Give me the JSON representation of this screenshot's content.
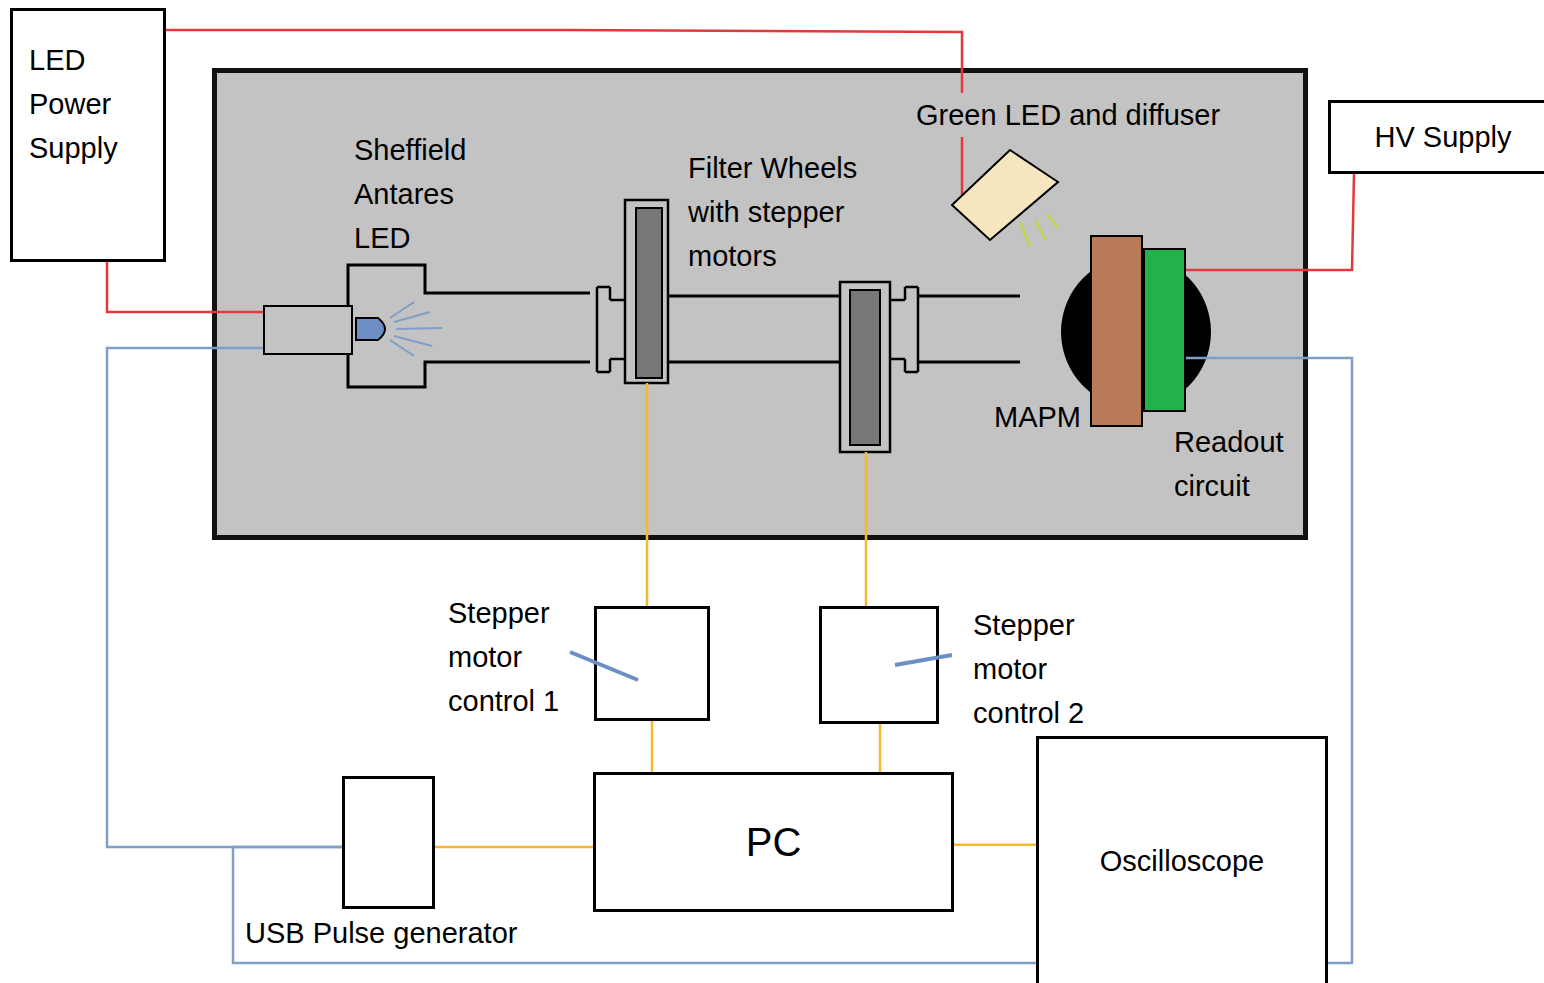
{
  "diagram": {
    "nodes": [
      {
        "text": [
          "LED Power Supply"
        ]
      },
      {
        "text": [
          "Sheffield Antares LED"
        ]
      },
      {
        "text": [
          "Green LED and diffuser"
        ]
      },
      {
        "text": [
          "HV Supply"
        ]
      },
      {
        "text": [
          "MAPM"
        ]
      },
      {
        "text": [
          "Readout circuit"
        ]
      },
      {
        "text": [
          "Stepper motor control 1"
        ]
      },
      {
        "text": [
          "Stepper motor control 2"
        ]
      },
      {
        "text": [
          "USB Pulse generator"
        ]
      },
      {
        "text": [
          "PC"
        ]
      },
      {
        "text": [
          "Oscilloscope"
        ]
      }
    ],
    "edges": [
      {
        "from": 0,
        "to": 1,
        "arrow": "none"
      },
      {
        "from": 0,
        "to": 2,
        "arrow": "none"
      },
      {
        "from": 3,
        "to": 5,
        "arrow": "none"
      },
      {
        "from": 8,
        "to": 1,
        "arrow": "none"
      },
      {
        "from": 8,
        "to": 10,
        "arrow": "none"
      },
      {
        "from": 5,
        "to": 10,
        "arrow": "none"
      },
      {
        "from": 6,
        "to": 9,
        "arrow": "none"
      },
      {
        "from": 7,
        "to": 9,
        "arrow": "none"
      },
      {
        "from": 8,
        "to": 9,
        "arrow": "none"
      },
      {
        "from": 9,
        "to": 10,
        "arrow": "none"
      }
    ],
    "labels": [
      "Filter Wheels with stepper motors"
    ]
  }
}
